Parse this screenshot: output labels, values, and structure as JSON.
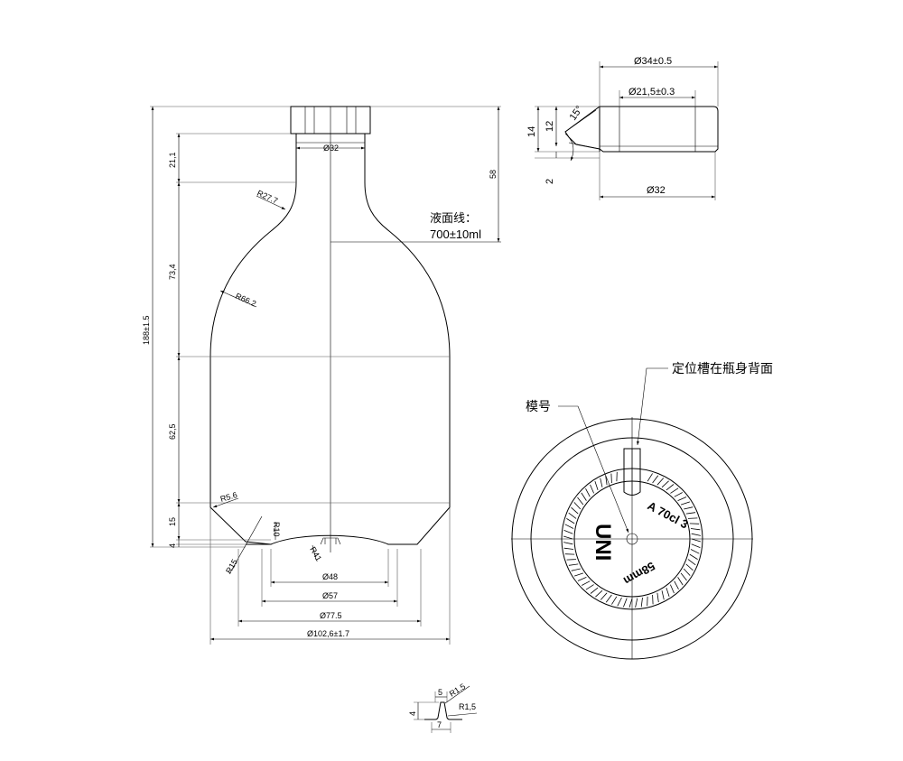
{
  "dimensions": {
    "neck_diameter": "Ø32",
    "neck_height": "21,1",
    "shoulder_height": "73,4",
    "body_height": "62,5",
    "lower_height": "15",
    "base_height": "4",
    "total_height": "188±1.5",
    "liquid_level_depth": "58",
    "r_neck": "R27.7",
    "r_shoulder": "R66.2",
    "r_heel": "R5.6",
    "r_punt_edge": "R10",
    "r_punt": "R41",
    "r_foot": "R15",
    "d_punt": "Ø48",
    "d_punt_outer": "Ø57",
    "d_foot": "Ø77.5",
    "d_body": "Ø102,6±1.7",
    "finish_outer": "Ø34±0.5",
    "finish_inner": "Ø21,5±0.3",
    "finish_base": "Ø32",
    "finish_height": "14",
    "finish_inner_height": "12",
    "finish_angle": "15°",
    "finish_ring": "2",
    "groove_top": "5",
    "groove_bottom": "7",
    "groove_depth": "4",
    "groove_r_top": "R1,5",
    "groove_r_side": "R1,5"
  },
  "annotations": {
    "liquid_line_label": "液面线：",
    "liquid_line_value": "700±10ml",
    "notch_label": "定位槽在瓶身背面",
    "mold_number_label": "模号"
  },
  "base_markings": {
    "logo": "UNI",
    "code": "A 70cl 3",
    "size": "58mm"
  }
}
